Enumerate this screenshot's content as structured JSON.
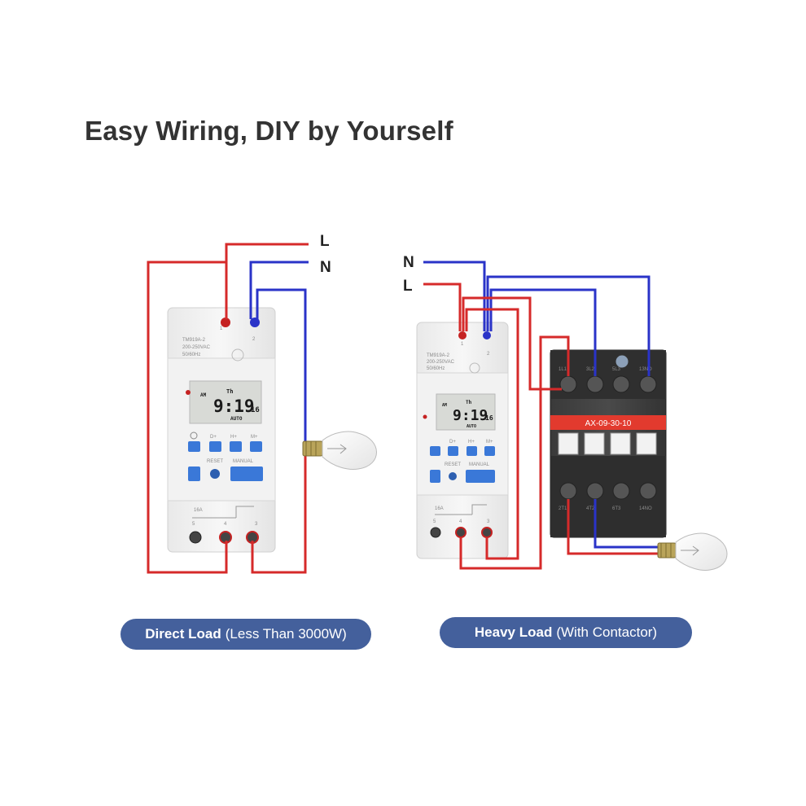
{
  "title": "Easy Wiring, DIY by Yourself",
  "colors": {
    "live": "#d62a2a",
    "neutral": "#2a33c8",
    "pill": "#44609c",
    "contactor_band": "#e23a2e"
  },
  "left_diagram": {
    "label_L": "L",
    "label_N": "N",
    "timer": {
      "model": "TM919A-2",
      "voltage": "200-250VAC",
      "freq": "50/60Hz",
      "top_terminals": [
        "1",
        "2"
      ],
      "bottom_terminals": [
        "5",
        "4",
        "3"
      ],
      "relay_rating": "16A",
      "lcd": {
        "am": "AM",
        "day": "Th",
        "time": "9:19",
        "sec": "16",
        "mode": "AUTO"
      },
      "buttons": [
        "D+",
        "H+",
        "M+"
      ],
      "sub_labels": [
        "RESET",
        "MANUAL"
      ]
    },
    "pill": {
      "bold": "Direct Load",
      "rest": "(Less Than 3000W)"
    }
  },
  "right_diagram": {
    "label_N": "N",
    "label_L": "L",
    "timer": {
      "model": "TM919A-2",
      "voltage": "200-250VAC",
      "freq": "50/60Hz",
      "top_terminals": [
        "1",
        "2"
      ],
      "bottom_terminals": [
        "5",
        "4",
        "3"
      ],
      "relay_rating": "16A",
      "lcd": {
        "am": "AM",
        "day": "Th",
        "time": "9:19",
        "sec": "16",
        "mode": "AUTO"
      },
      "buttons": [
        "D+",
        "H+",
        "M+"
      ],
      "sub_labels": [
        "RESET",
        "MANUAL"
      ]
    },
    "contactor": {
      "model": "AX-09-30-10",
      "top_labels": [
        "1L1",
        "3L2",
        "5L3",
        "13NO"
      ],
      "bottom_labels": [
        "2T1",
        "4T2",
        "6T3",
        "14NO"
      ]
    },
    "pill": {
      "bold": "Heavy Load",
      "rest": "(With Contactor)"
    }
  }
}
